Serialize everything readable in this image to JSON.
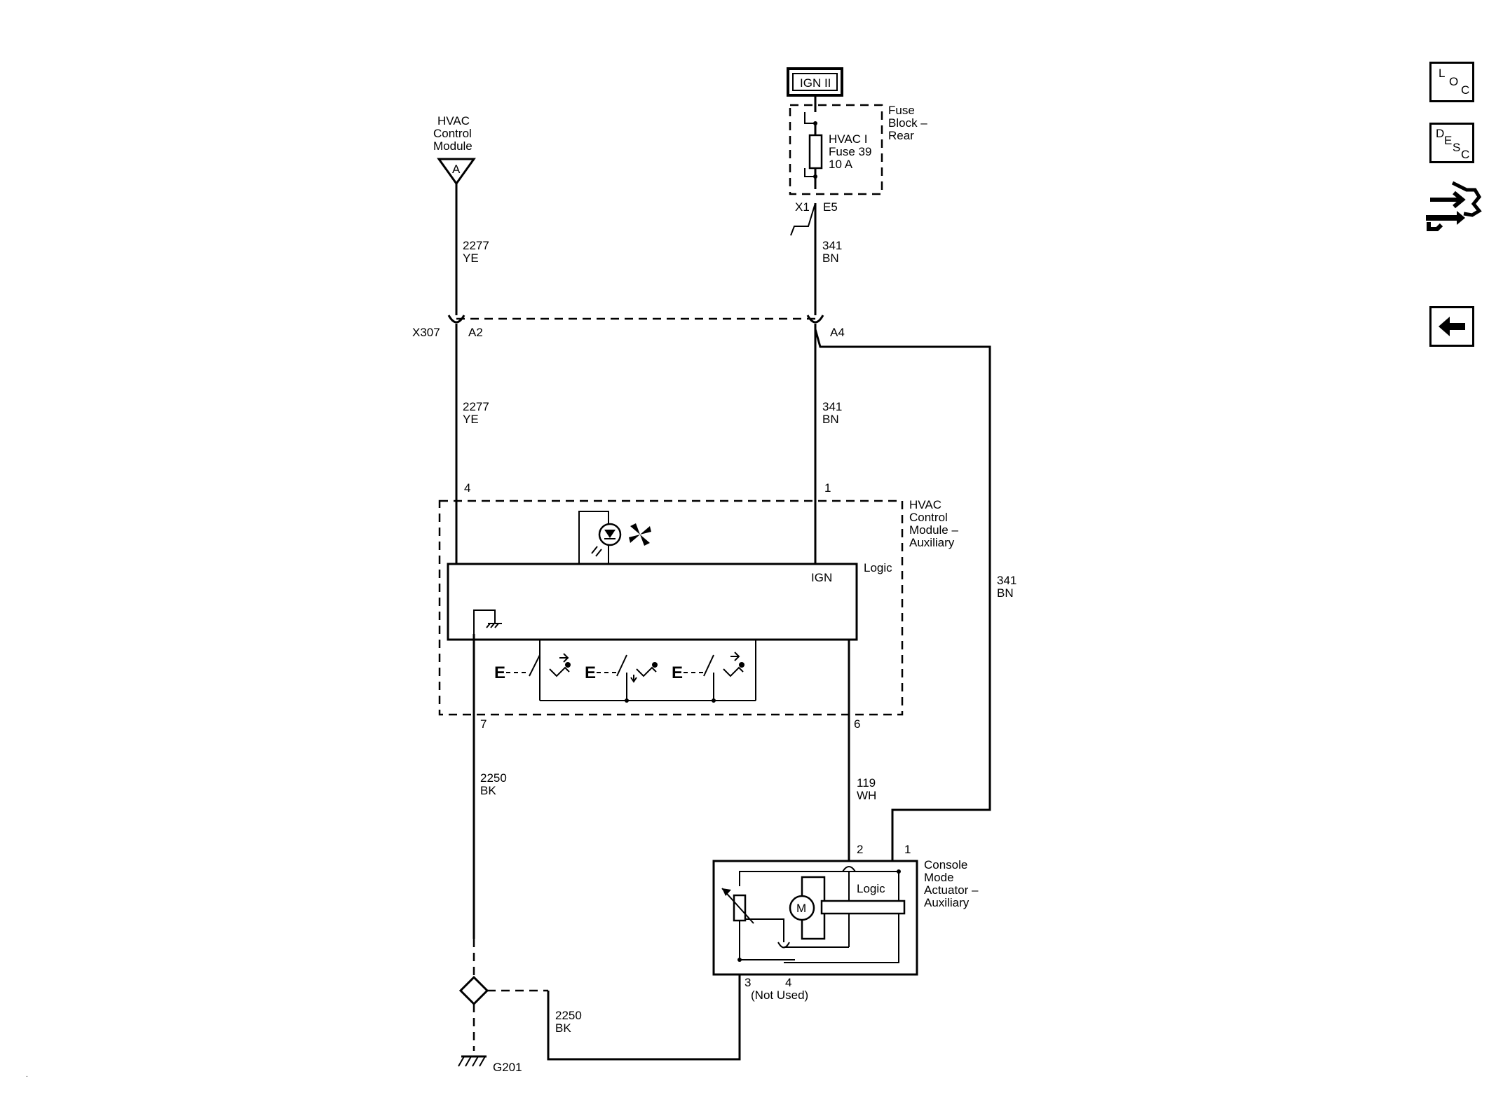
{
  "power_source": {
    "label": "IGN II"
  },
  "fuse_block": {
    "name": [
      "Fuse",
      "Block –",
      "Rear"
    ],
    "fuse": [
      "HVAC I",
      "Fuse 39",
      "10 A"
    ],
    "connector": "X1",
    "pin": "E5"
  },
  "hvac_module_ref": {
    "name": [
      "HVAC",
      "Control",
      "Module"
    ],
    "tag": "A"
  },
  "circuits": {
    "c2277_upper": {
      "number": "2277",
      "color": "YE"
    },
    "c2277_lower": {
      "number": "2277",
      "color": "YE"
    },
    "c341_upper": {
      "number": "341",
      "color": "BN"
    },
    "c341_lower": {
      "number": "341",
      "color": "BN"
    },
    "c341_right": {
      "number": "341",
      "color": "BN"
    },
    "c2250_upper": {
      "number": "2250",
      "color": "BK"
    },
    "c2250_lower": {
      "number": "2250",
      "color": "BK"
    },
    "c119": {
      "number": "119",
      "color": "WH"
    }
  },
  "inline_connector": {
    "name": "X307",
    "pin_left": "A2",
    "pin_right": "A4"
  },
  "aux_module": {
    "name": [
      "HVAC",
      "Control",
      "Module –",
      "Auxiliary"
    ],
    "pin_top_left": "4",
    "pin_top_right": "1",
    "pin_bottom_left": "7",
    "pin_bottom_right": "6",
    "ign_label": "IGN",
    "logic_label": "Logic",
    "switch_letter": "E"
  },
  "actuator": {
    "name": [
      "Console",
      "Mode",
      "Actuator –",
      "Auxiliary"
    ],
    "pin_2": "2",
    "pin_1": "1",
    "pin_3": "3",
    "pin_4": "4",
    "not_used": "(Not Used)",
    "logic_label": "Logic",
    "motor_label": "M"
  },
  "ground": {
    "label": "G201"
  },
  "sidebar": {
    "loc": [
      "L",
      "O",
      "C"
    ],
    "desc": [
      "D",
      "E",
      "S",
      "C"
    ]
  }
}
